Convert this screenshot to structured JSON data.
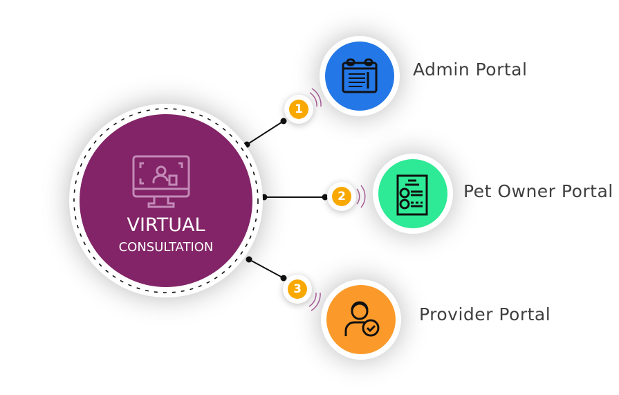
{
  "center": {
    "title": "VIRTUAL",
    "subtitle": "CONSULTATION",
    "color": "#822467",
    "icon": "monitor-user-icon"
  },
  "nodes": [
    {
      "number": "1",
      "label": "Admin Portal",
      "color": "#2377e6",
      "icon": "calendar-icon"
    },
    {
      "number": "2",
      "label": "Pet Owner Portal",
      "color": "#2ee995",
      "icon": "profile-document-icon"
    },
    {
      "number": "3",
      "label": "Provider Portal",
      "color": "#fb9a2a",
      "icon": "provider-check-icon"
    }
  ],
  "badge_color": "#f9a800"
}
